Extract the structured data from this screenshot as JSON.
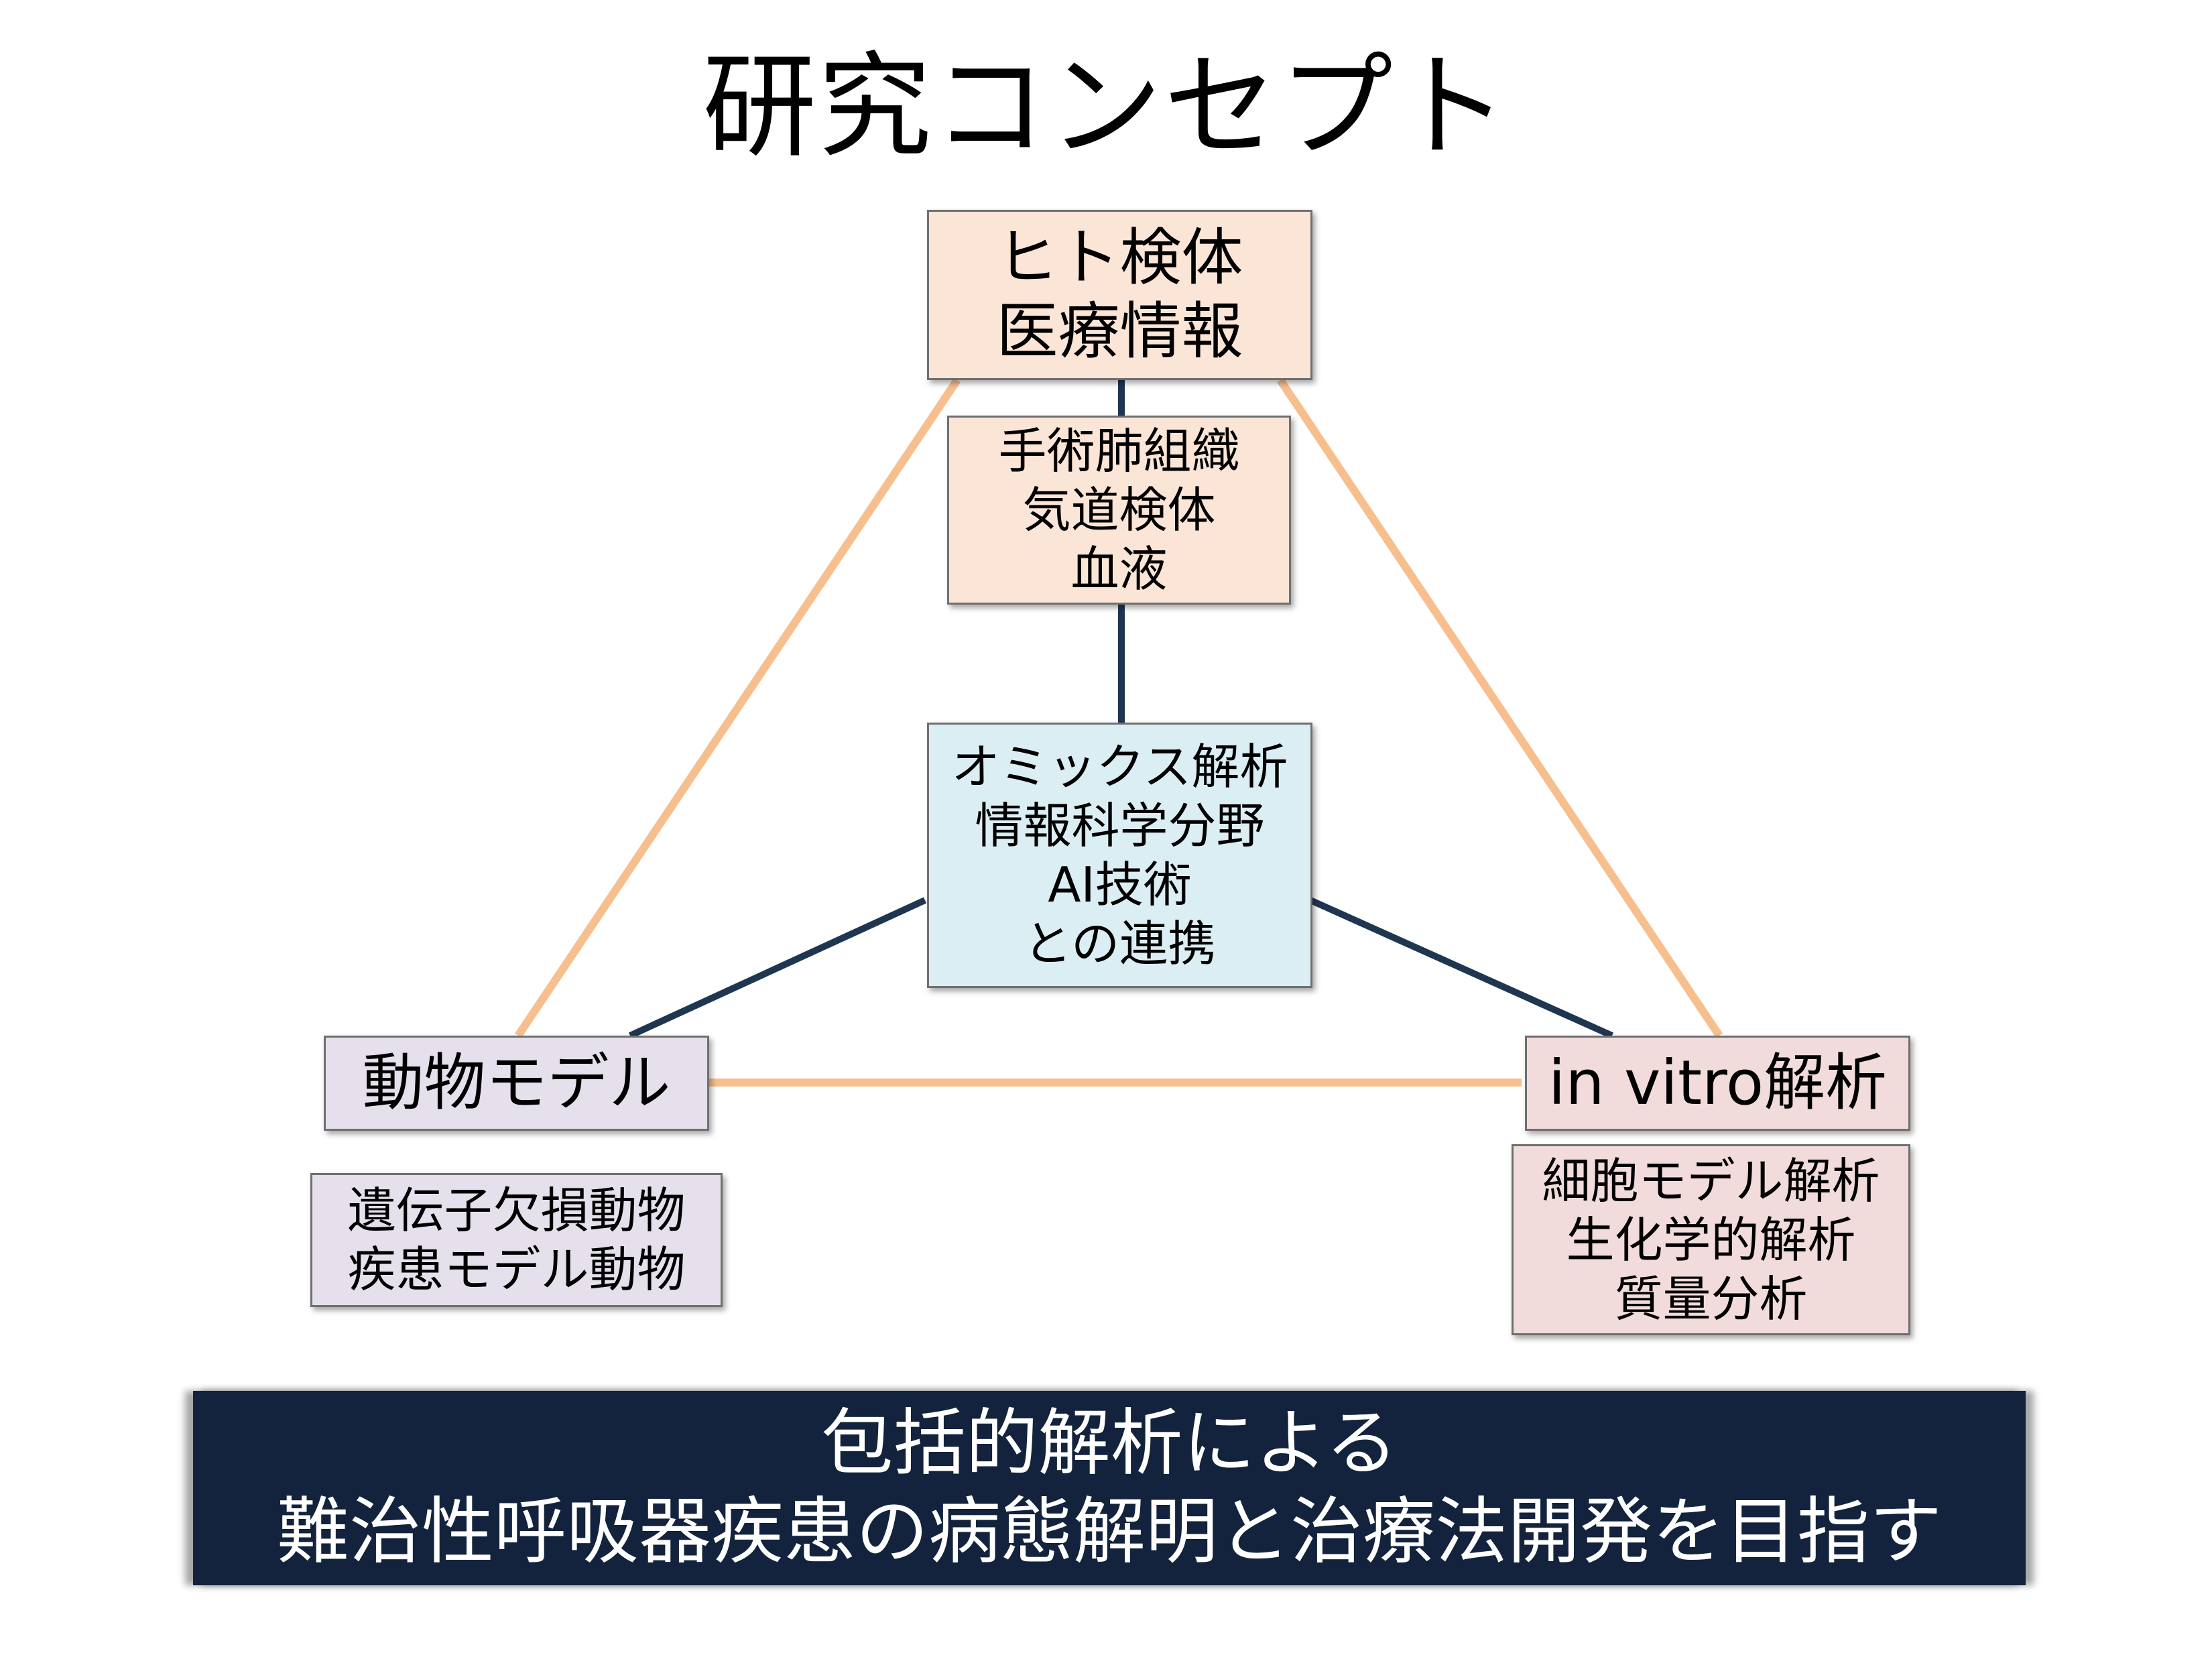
{
  "title": "研究コンセプト",
  "colors": {
    "outer_triangle": "#f7bf8e",
    "inner_lines": "#1f3651",
    "banner_bg": "#13233d",
    "human_box": "#fbe5d6",
    "center_box": "#dbeef4",
    "animal_box": "#e6e0ec",
    "invitro_box": "#f2dcdb"
  },
  "nodes": {
    "human": {
      "lines": [
        "ヒト検体",
        "医療情報"
      ]
    },
    "human_detail": {
      "lines": [
        "手術肺組織",
        "気道検体",
        "血液"
      ]
    },
    "center": {
      "lines": [
        "オミックス解析",
        "情報科学分野",
        "AI技術",
        "との連携"
      ]
    },
    "animal": {
      "lines": [
        "動物モデル"
      ]
    },
    "animal_detail": {
      "lines": [
        "遺伝子欠損動物",
        "疾患モデル動物"
      ]
    },
    "invitro": {
      "lines": [
        "in vitro解析"
      ]
    },
    "invitro_detail": {
      "lines": [
        "細胞モデル解析",
        "生化学的解析",
        "質量分析"
      ]
    }
  },
  "banner": {
    "lines": [
      "包括的解析による",
      "難治性呼吸器疾患の病態解明と治療法開発を目指す"
    ]
  }
}
